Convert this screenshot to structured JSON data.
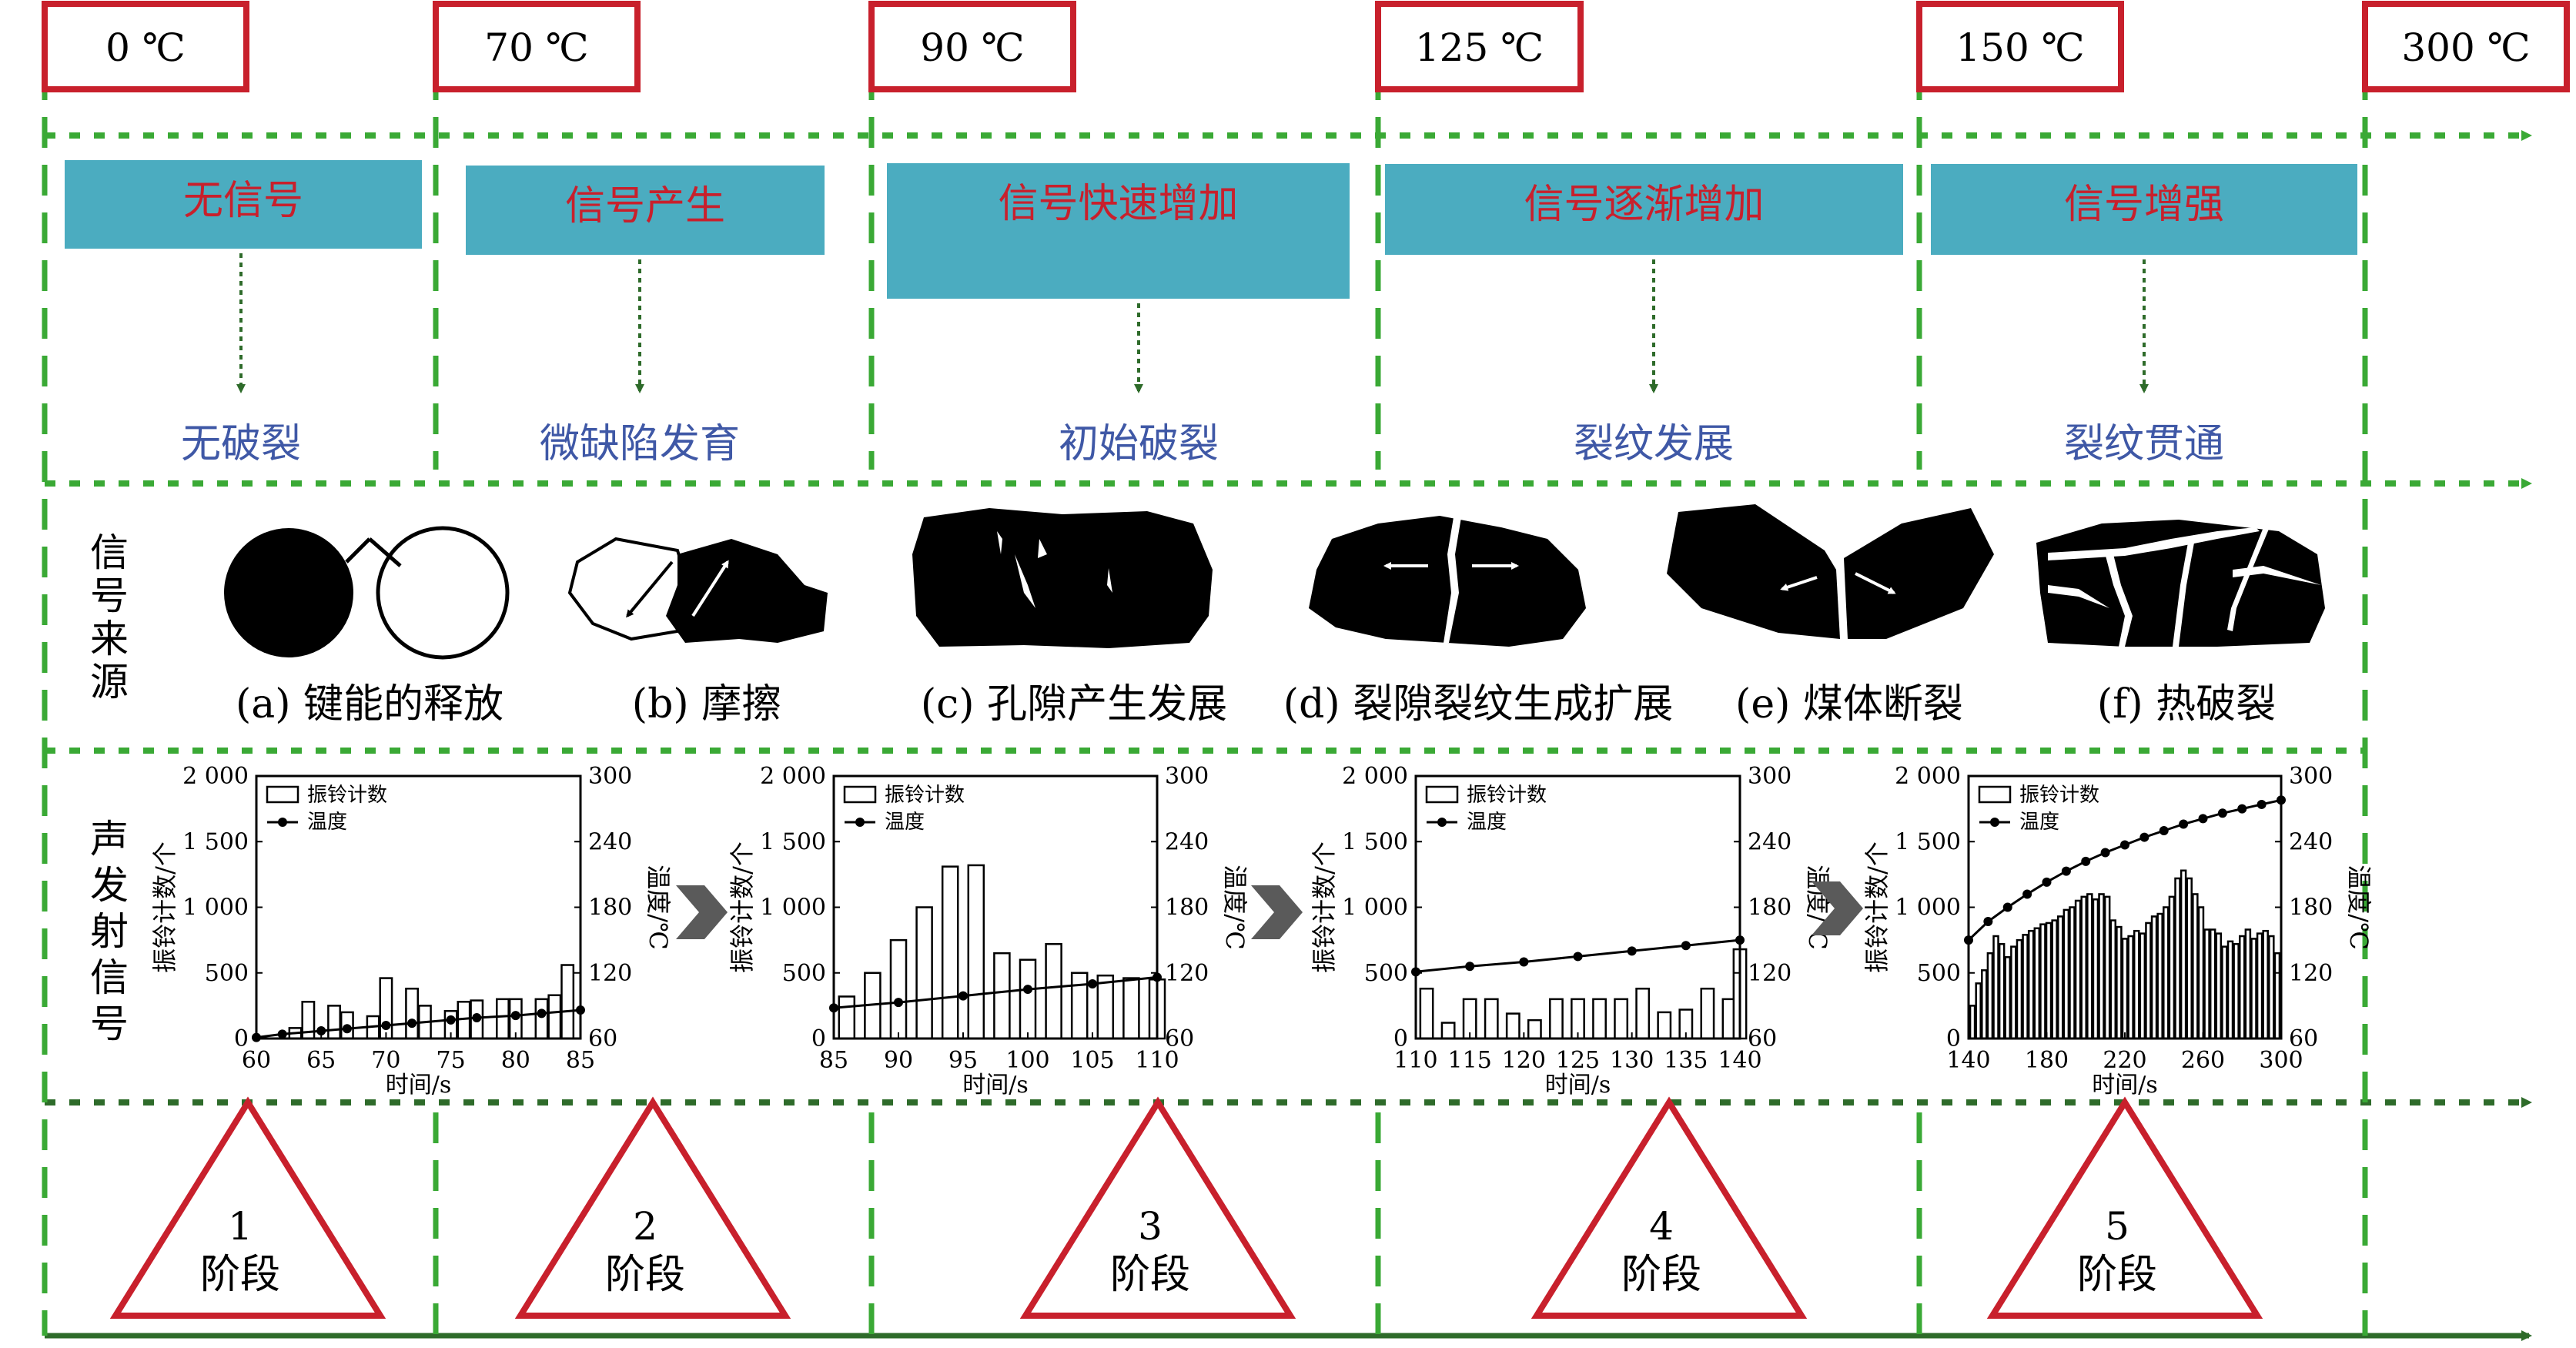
{
  "temperatures": [
    "0 ℃",
    "70 ℃",
    "90 ℃",
    "125 ℃",
    "150 ℃",
    "300 ℃"
  ],
  "signal_states": [
    "无信号",
    "信号产生",
    "信号快速增加",
    "信号逐渐增加",
    "信号增强"
  ],
  "fracture_states": [
    "无破裂",
    "微缺陷发育",
    "初始破裂",
    "裂纹发展",
    "裂纹贯通"
  ],
  "row_labels": {
    "signal_source": [
      "信",
      "号",
      "来",
      "源"
    ],
    "acoustic_emission": [
      "声",
      "发",
      "射",
      "信",
      "号"
    ]
  },
  "sources": [
    {
      "label": "(a) 键能的释放"
    },
    {
      "label": "(b) 摩擦"
    },
    {
      "label": "(c) 孔隙产生发展"
    },
    {
      "label": "(d) 裂隙裂纹生成扩展"
    },
    {
      "label": "(e) 煤体断裂"
    },
    {
      "label": "(f) 热破裂"
    }
  ],
  "stages": [
    {
      "number": "1",
      "label": "阶段"
    },
    {
      "number": "2",
      "label": "阶段"
    },
    {
      "number": "3",
      "label": "阶段"
    },
    {
      "number": "4",
      "label": "阶段"
    },
    {
      "number": "5",
      "label": "阶段"
    }
  ],
  "colors": {
    "green": "#3aa935",
    "dark_green": "#2e6b2a",
    "red": "#c8202c",
    "teal": "#4bacc0",
    "blue_text": "#3f58a6",
    "black": "#000000"
  },
  "chart_data": [
    {
      "type": "bar",
      "xlabel": "时间/s",
      "ylabel": "振铃计数/个",
      "y2label": "温度/℃",
      "xlim": [
        60,
        85
      ],
      "ylim": [
        0,
        2000
      ],
      "y2lim": [
        60,
        300
      ],
      "xticks": [
        60,
        65,
        70,
        75,
        80,
        85
      ],
      "yticks": [
        "0",
        "500",
        "1 000",
        "1 500",
        "2 000"
      ],
      "y2ticks": [
        "60",
        "120",
        "180",
        "240",
        "300"
      ],
      "legend": [
        "振铃计数",
        "温度"
      ],
      "bar_x": [
        61,
        63,
        64,
        66,
        67,
        69,
        70,
        72,
        73,
        75,
        76,
        77,
        79,
        80,
        82,
        83,
        84
      ],
      "bar_values": [
        0,
        80,
        280,
        250,
        200,
        170,
        460,
        380,
        250,
        210,
        280,
        290,
        300,
        300,
        300,
        330,
        560
      ],
      "temp_x": [
        60,
        62,
        65,
        67,
        70,
        72,
        75,
        77,
        80,
        82,
        85
      ],
      "temp_values": [
        61,
        64,
        67,
        69,
        72,
        74,
        77,
        79,
        81,
        83,
        86
      ]
    },
    {
      "type": "bar",
      "xlabel": "时间/s",
      "ylabel": "振铃计数/个",
      "y2label": "温度/℃",
      "xlim": [
        85,
        110
      ],
      "ylim": [
        0,
        2000
      ],
      "y2lim": [
        60,
        300
      ],
      "xticks": [
        85,
        90,
        95,
        100,
        105,
        110
      ],
      "yticks": [
        "0",
        "500",
        "1 000",
        "1 500",
        "2 000"
      ],
      "y2ticks": [
        "60",
        "120",
        "180",
        "240",
        "300"
      ],
      "legend": [
        "振铃计数",
        "温度"
      ],
      "bar_x": [
        86,
        88,
        90,
        92,
        94,
        96,
        98,
        100,
        102,
        104,
        106,
        108,
        110
      ],
      "bar_values": [
        320,
        500,
        750,
        1000,
        1310,
        1320,
        650,
        600,
        720,
        500,
        480,
        460,
        450
      ],
      "temp_x": [
        85,
        90,
        95,
        100,
        105,
        110
      ],
      "temp_values": [
        88,
        93,
        99,
        105,
        110,
        116
      ]
    },
    {
      "type": "bar",
      "xlabel": "时间/s",
      "ylabel": "振铃计数/个",
      "y2label": "温度/℃",
      "xlim": [
        110,
        140
      ],
      "ylim": [
        0,
        2000
      ],
      "y2lim": [
        60,
        300
      ],
      "xticks": [
        110,
        115,
        120,
        125,
        130,
        135,
        140
      ],
      "yticks": [
        "0",
        "500",
        "1 000",
        "1 500",
        "2 000"
      ],
      "y2ticks": [
        "60",
        "120",
        "180",
        "240",
        "300"
      ],
      "legend": [
        "振铃计数",
        "温度"
      ],
      "bar_x": [
        111,
        113,
        115,
        117,
        119,
        121,
        123,
        125,
        127,
        129,
        131,
        133,
        135,
        137,
        139,
        140
      ],
      "bar_values": [
        380,
        120,
        300,
        300,
        190,
        140,
        300,
        300,
        300,
        300,
        380,
        200,
        220,
        380,
        300,
        680
      ],
      "temp_x": [
        110,
        115,
        120,
        125,
        130,
        135,
        140
      ],
      "temp_values": [
        121,
        126,
        130,
        135,
        140,
        145,
        150
      ]
    },
    {
      "type": "bar",
      "xlabel": "时间/s",
      "ylabel": "振铃计数/个",
      "y2label": "温度/℃",
      "xlim": [
        140,
        300
      ],
      "ylim": [
        0,
        2000
      ],
      "y2lim": [
        60,
        300
      ],
      "xticks": [
        140,
        180,
        220,
        260,
        300
      ],
      "yticks": [
        "0",
        "500",
        "1 000",
        "1 500",
        "2 000"
      ],
      "y2ticks": [
        "60",
        "120",
        "180",
        "240",
        "300"
      ],
      "legend": [
        "振铃计数",
        "温度"
      ],
      "bar_x": [
        142,
        145,
        148,
        151,
        154,
        157,
        160,
        163,
        166,
        169,
        172,
        175,
        178,
        181,
        184,
        187,
        190,
        193,
        196,
        199,
        202,
        205,
        208,
        211,
        214,
        217,
        220,
        223,
        226,
        229,
        232,
        235,
        238,
        241,
        244,
        247,
        250,
        253,
        256,
        259,
        262,
        265,
        268,
        271,
        274,
        277,
        280,
        283,
        286,
        289,
        292,
        295,
        298
      ],
      "bar_values": [
        250,
        420,
        520,
        650,
        780,
        720,
        620,
        700,
        750,
        790,
        820,
        840,
        870,
        880,
        900,
        930,
        980,
        1000,
        1050,
        1080,
        1100,
        1060,
        1100,
        1080,
        900,
        850,
        760,
        780,
        820,
        800,
        880,
        930,
        950,
        1000,
        1080,
        1220,
        1280,
        1220,
        1100,
        1000,
        830,
        830,
        800,
        700,
        740,
        720,
        780,
        830,
        760,
        800,
        820,
        780,
        650
      ],
      "temp_x": [
        140,
        150,
        160,
        170,
        180,
        190,
        200,
        210,
        220,
        230,
        240,
        250,
        260,
        270,
        280,
        290,
        300
      ],
      "temp_values": [
        150,
        167,
        180,
        192,
        203,
        213,
        222,
        230,
        237,
        244,
        250,
        256,
        261,
        266,
        270,
        274,
        278
      ]
    }
  ]
}
